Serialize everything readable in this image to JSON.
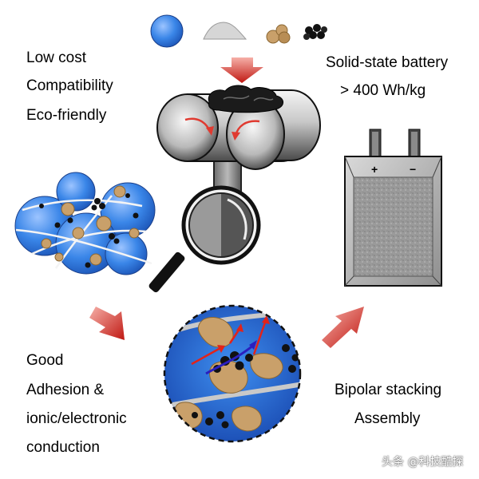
{
  "features": {
    "item1": "Low cost",
    "item2": "Compatibility",
    "item3": "Eco-friendly"
  },
  "battery": {
    "title": "Solid-state battery",
    "energy_density": "> 400 Wh/kg",
    "positive_terminal": "+",
    "negative_terminal": "−"
  },
  "properties": {
    "line1": "Good",
    "line2": "Adhesion &",
    "line3": "ionic/electronic",
    "line4": "conduction"
  },
  "process": {
    "line1": "Bipolar stacking",
    "line2": "Assembly"
  },
  "watermark": "头条 @科技酷探",
  "colors": {
    "active_material": "#3a86e8",
    "binder": "#c9a06a",
    "carbon": "#111111",
    "arrow": "#d0201c"
  }
}
